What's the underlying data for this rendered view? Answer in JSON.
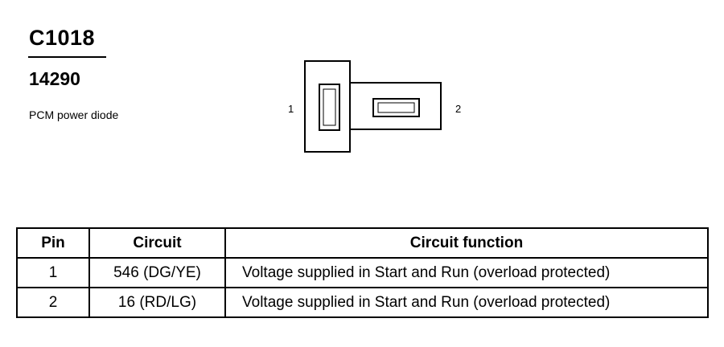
{
  "header": {
    "connector_id": "C1018",
    "part_number": "14290",
    "description": "PCM power diode"
  },
  "diagram": {
    "pin_labels": [
      "1",
      "2"
    ]
  },
  "table": {
    "columns": [
      "Pin",
      "Circuit",
      "Circuit function"
    ],
    "rows": [
      [
        "1",
        "546 (DG/YE)",
        "Voltage supplied in Start and Run (overload protected)"
      ],
      [
        "2",
        "16 (RD/LG)",
        "Voltage supplied in Start and Run (overload protected)"
      ]
    ]
  }
}
